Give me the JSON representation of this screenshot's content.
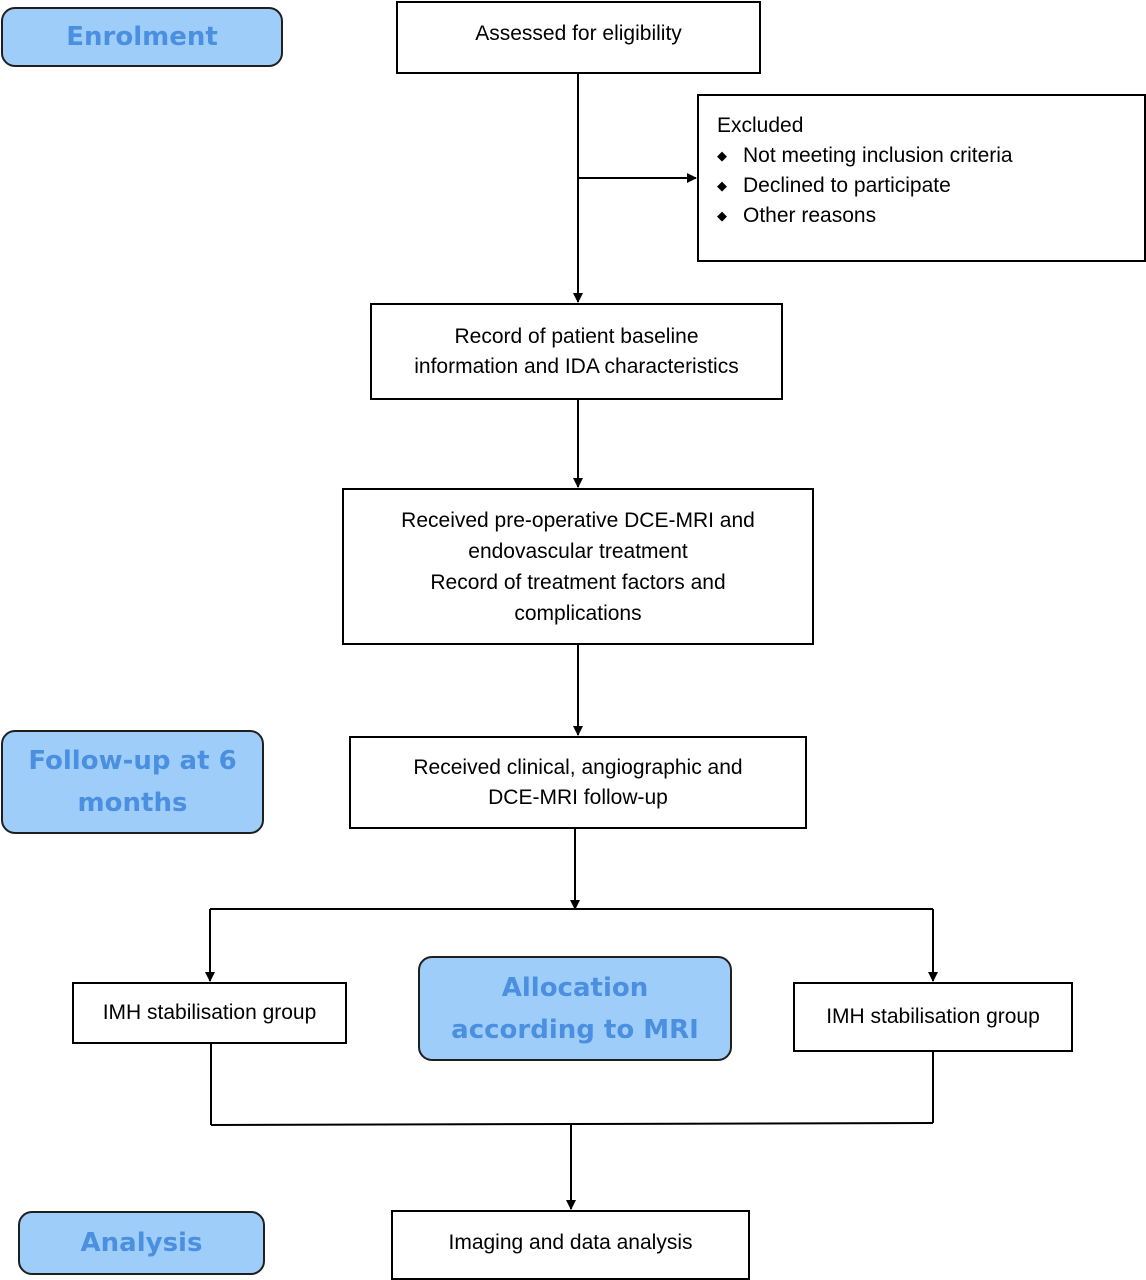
{
  "stages": {
    "enrolment": "Enrolment",
    "followup": "Follow-up at 6 months",
    "allocation": "Allocation according to MRI",
    "analysis": "Analysis"
  },
  "boxes": {
    "eligibility": "Assessed for eligibility",
    "baseline": [
      "Record of patient baseline",
      "information and IDA characteristics"
    ],
    "treatment": [
      "Received pre-operative DCE-MRI and",
      "endovascular treatment",
      "Record of treatment factors and",
      "complications"
    ],
    "followup_imaging": [
      "Received clinical, angiographic and",
      "DCE-MRI follow-up"
    ],
    "group_left": "IMH stabilisation group",
    "group_right": "IMH stabilisation group",
    "analysis_box": "Imaging and data analysis"
  },
  "excluded": {
    "title": "Excluded",
    "bullet_icon": "diamond-bullet-icon",
    "items": [
      "Not meeting inclusion criteria",
      "Declined to participate",
      "Other reasons"
    ]
  },
  "colors": {
    "stage_fill": "#9fcdf9",
    "stage_text": "#4a8fe0",
    "line": "#000000"
  }
}
